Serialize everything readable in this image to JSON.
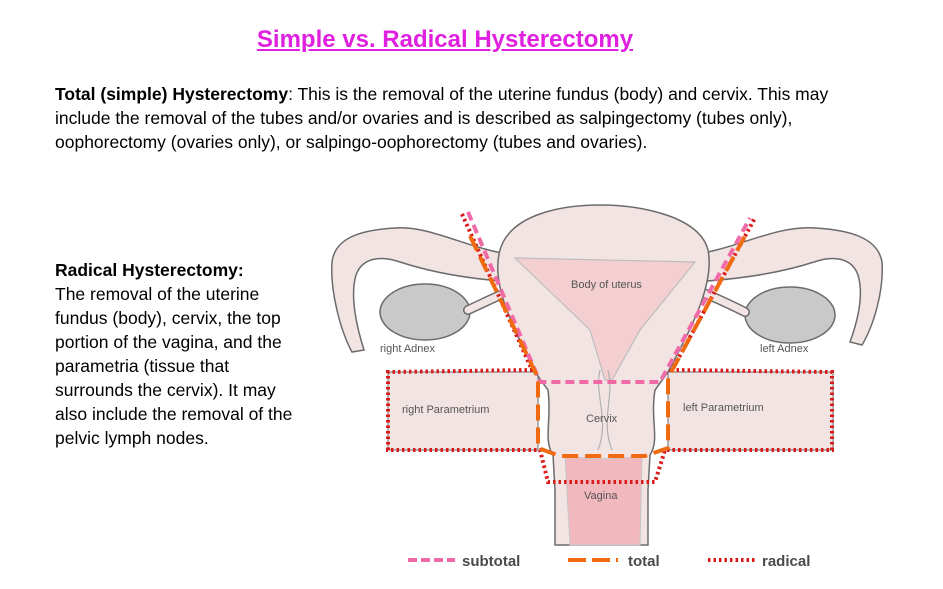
{
  "title": "Simple vs. Radical Hysterectomy",
  "simple": {
    "heading": "Total (simple) Hysterectomy",
    "text": ": This is the removal of the uterine fundus (body) and cervix. This may include the removal of the tubes and/or ovaries and is described as salpingectomy (tubes only), oophorectomy (ovaries only), or salpingo-oophorectomy (tubes and ovaries)."
  },
  "radical": {
    "heading": "Radical Hysterectomy:",
    "text": "The removal of the uterine fundus (body), cervix, the top portion of the vagina, and the parametria (tissue that surrounds the cervix). It may also include the removal of the pelvic lymph nodes."
  },
  "diagram": {
    "labels": {
      "body": "Body of uterus",
      "right_adnex": "right Adnex",
      "left_adnex": "left Adnex",
      "right_param": "right Parametrium",
      "left_param": "left Parametrium",
      "cervix": "Cervix",
      "vagina": "Vagina"
    },
    "legend": {
      "subtotal": "subtotal",
      "total": "total",
      "radical": "radical"
    },
    "colors": {
      "subtotal": "#f06aa8",
      "total": "#f06a10",
      "radical": "#d81a1a",
      "tissue": "#f3e4e4",
      "outline": "#6b6b6b"
    }
  }
}
